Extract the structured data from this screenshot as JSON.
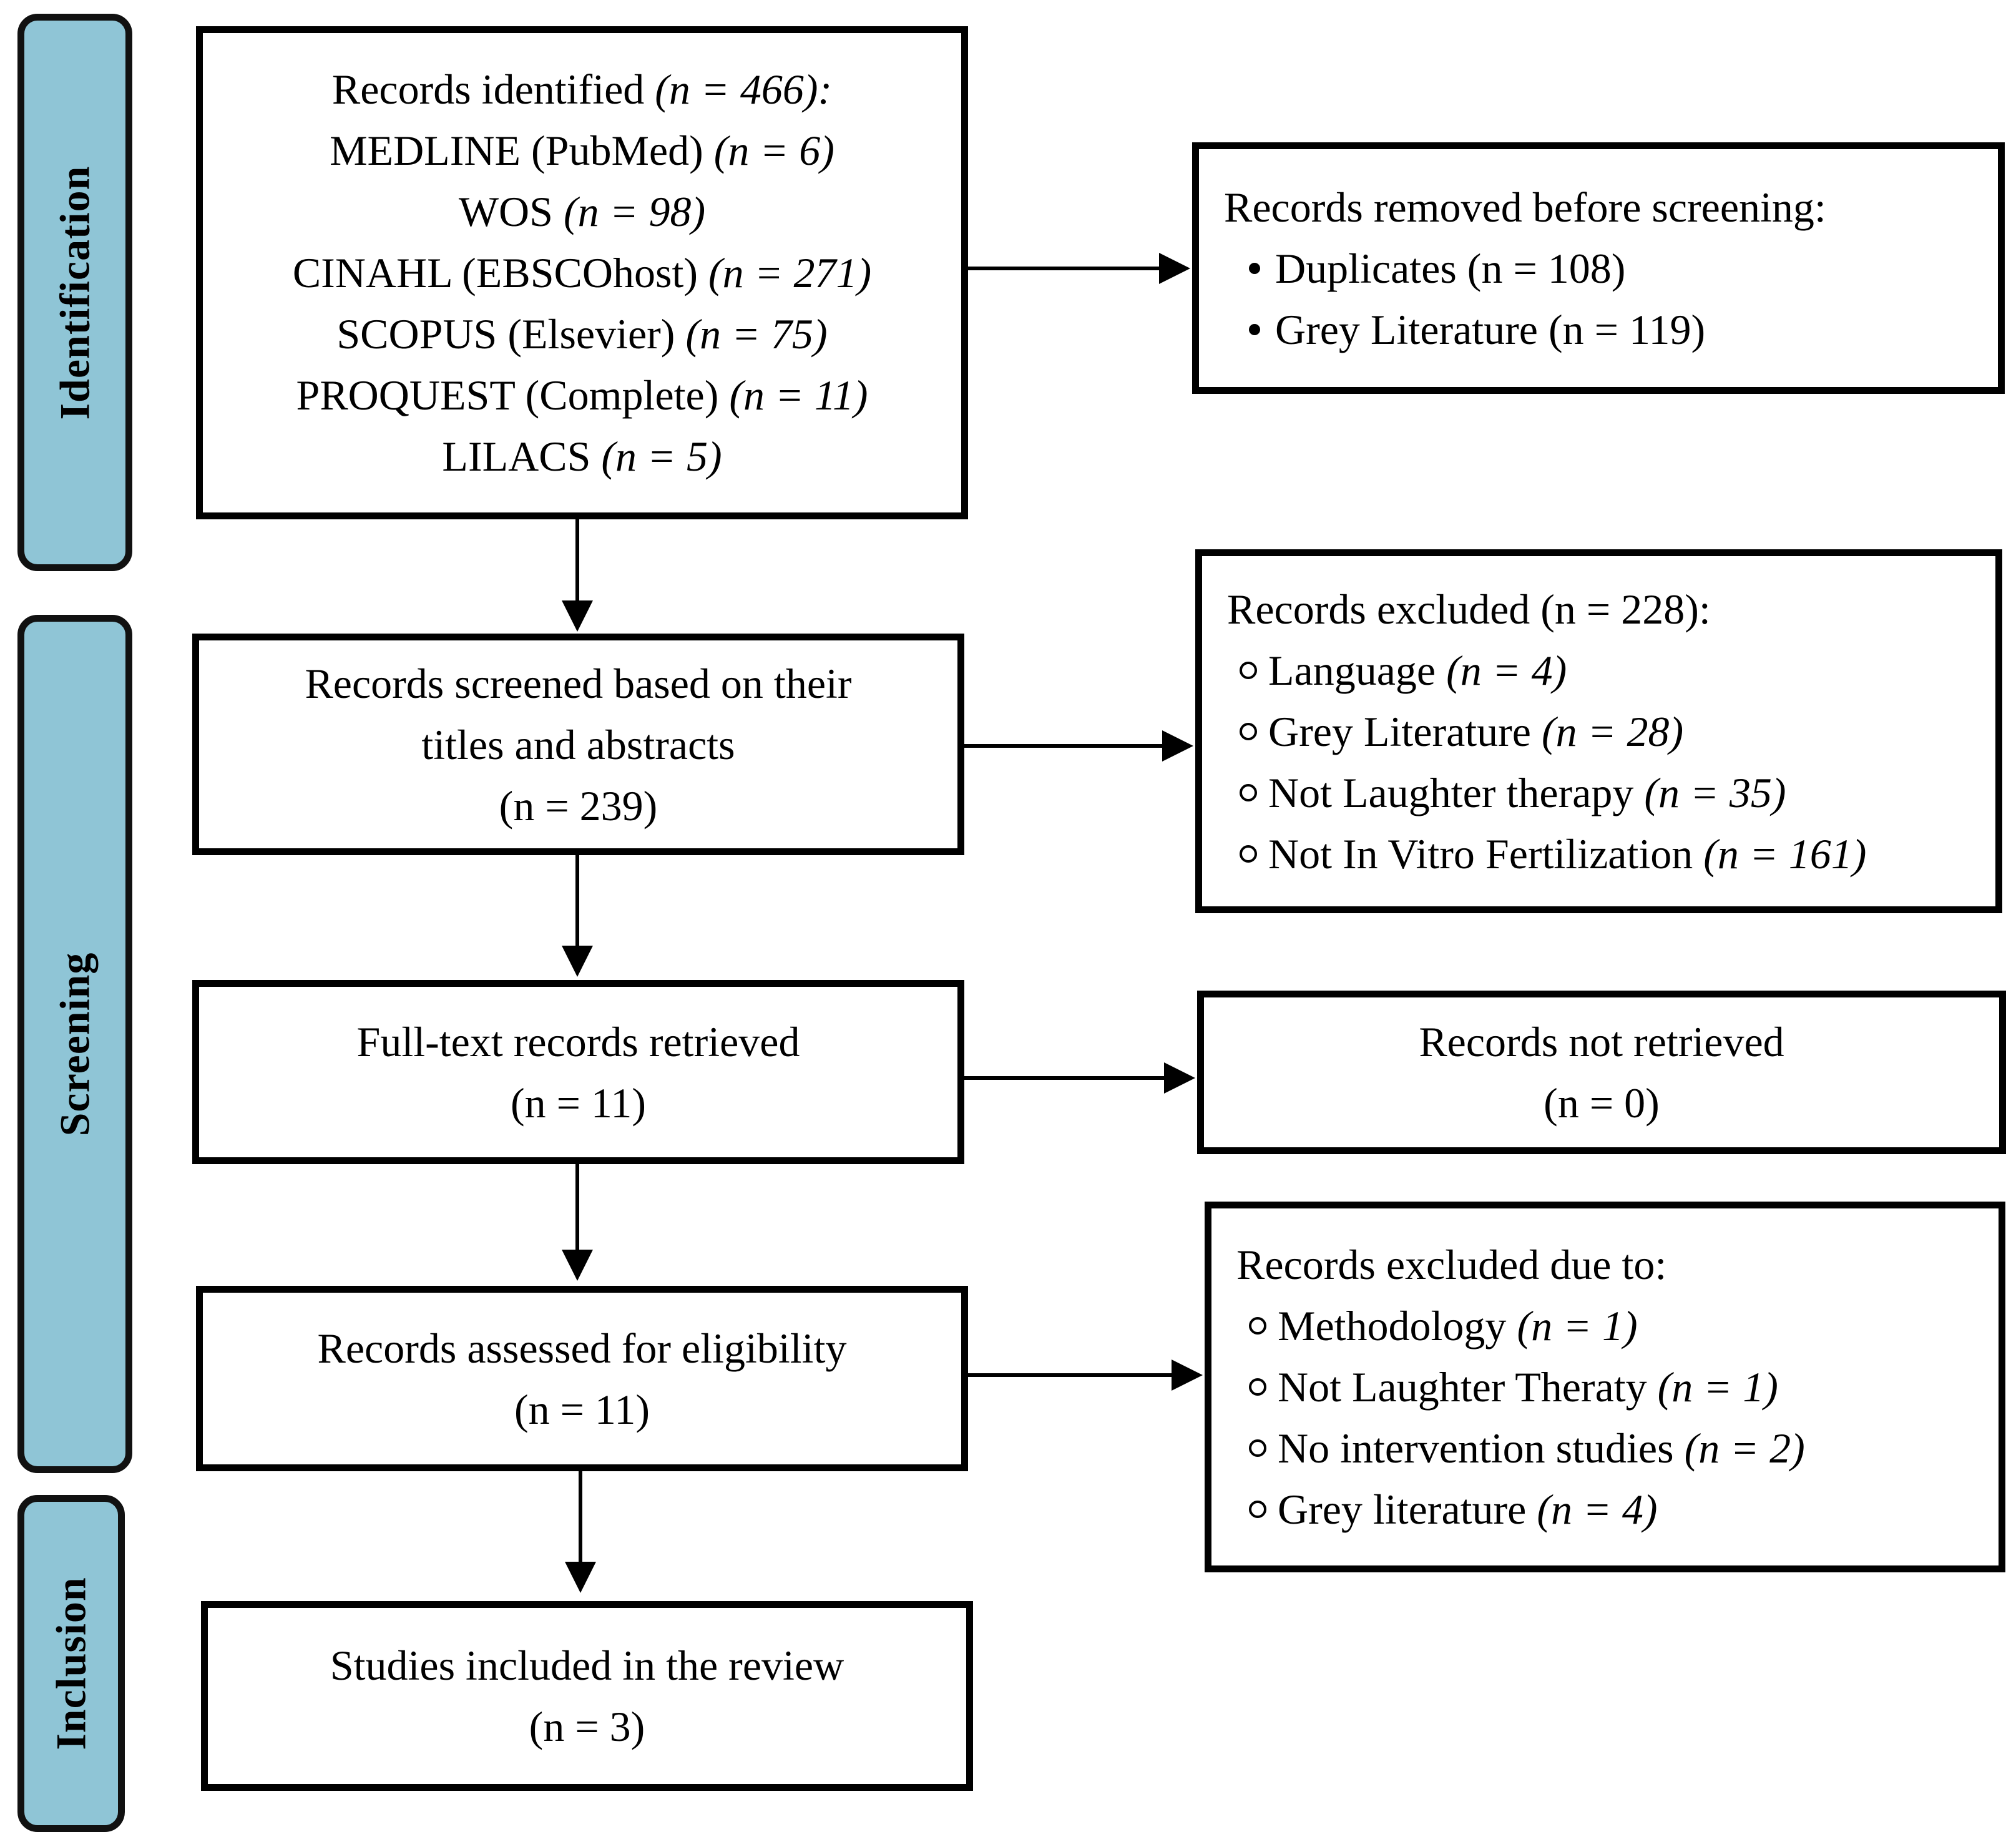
{
  "phases": {
    "identification": "Identification",
    "screening": "Screening",
    "inclusion": "Inclusion"
  },
  "identified": {
    "title": "Records identified",
    "title_n": "(n = 466):",
    "sources": [
      {
        "name": "MEDLINE (PubMed)",
        "n": "(n = 6)"
      },
      {
        "name": "WOS",
        "n": "(n = 98)"
      },
      {
        "name": "CINAHL (EBSCOhost)",
        "n": "(n = 271)"
      },
      {
        "name": "SCOPUS (Elsevier)",
        "n": "(n = 75)"
      },
      {
        "name": "PROQUEST (Complete)",
        "n": "(n = 11)"
      },
      {
        "name": "LILACS",
        "n": "(n = 5)"
      }
    ]
  },
  "removed": {
    "title": "Records removed before screening:",
    "items": [
      {
        "label": "Duplicates",
        "n": "(n = 108)"
      },
      {
        "label": "Grey Literature",
        "n": "(n = 119)"
      }
    ]
  },
  "screened": {
    "line1": "Records screened based on their",
    "line2": "titles and abstracts",
    "n": "(n = 239)"
  },
  "excluded1": {
    "title": "Records excluded",
    "title_n": "(n = 228):",
    "items": [
      {
        "label": "Language",
        "n": "(n = 4)"
      },
      {
        "label": "Grey Literature",
        "n": "(n = 28)"
      },
      {
        "label": "Not Laughter therapy",
        "n": "(n = 35)"
      },
      {
        "label": "Not In Vitro Fertilization",
        "n": "(n = 161)"
      }
    ]
  },
  "retrieved": {
    "line1": "Full-text records retrieved",
    "n": "(n = 11)"
  },
  "not_retrieved": {
    "line1": "Records not retrieved",
    "n": "(n = 0)"
  },
  "assessed": {
    "line1": "Records assessed for eligibility",
    "n": "(n = 11)"
  },
  "excluded2": {
    "title": "Records excluded due to:",
    "items": [
      {
        "label": "Methodology",
        "n": "(n = 1)"
      },
      {
        "label": "Not Laughter Theraty",
        "n": "(n = 1)"
      },
      {
        "label": "No intervention studies",
        "n": "(n = 2)"
      },
      {
        "label": "Grey literature",
        "n": "(n = 4)"
      }
    ]
  },
  "included": {
    "line1": "Studies included in the review",
    "n": "(n = 3)"
  }
}
